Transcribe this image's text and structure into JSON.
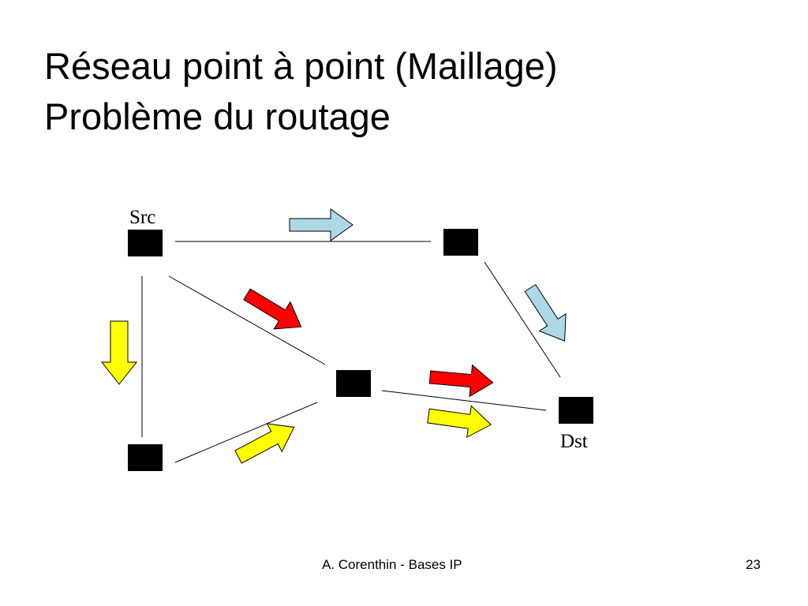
{
  "title": {
    "line1": "Réseau point à point (Maillage)",
    "line2": "Problème du routage"
  },
  "diagram": {
    "src_label": "Src",
    "dst_label": "Dst",
    "colors": {
      "node": "#000000",
      "link": "#000000",
      "path_blue": "#add8e6",
      "path_red": "#ff0000",
      "path_yellow": "#ffff00"
    }
  },
  "footer": {
    "author": "A. Corenthin - Bases IP",
    "page": "23"
  }
}
